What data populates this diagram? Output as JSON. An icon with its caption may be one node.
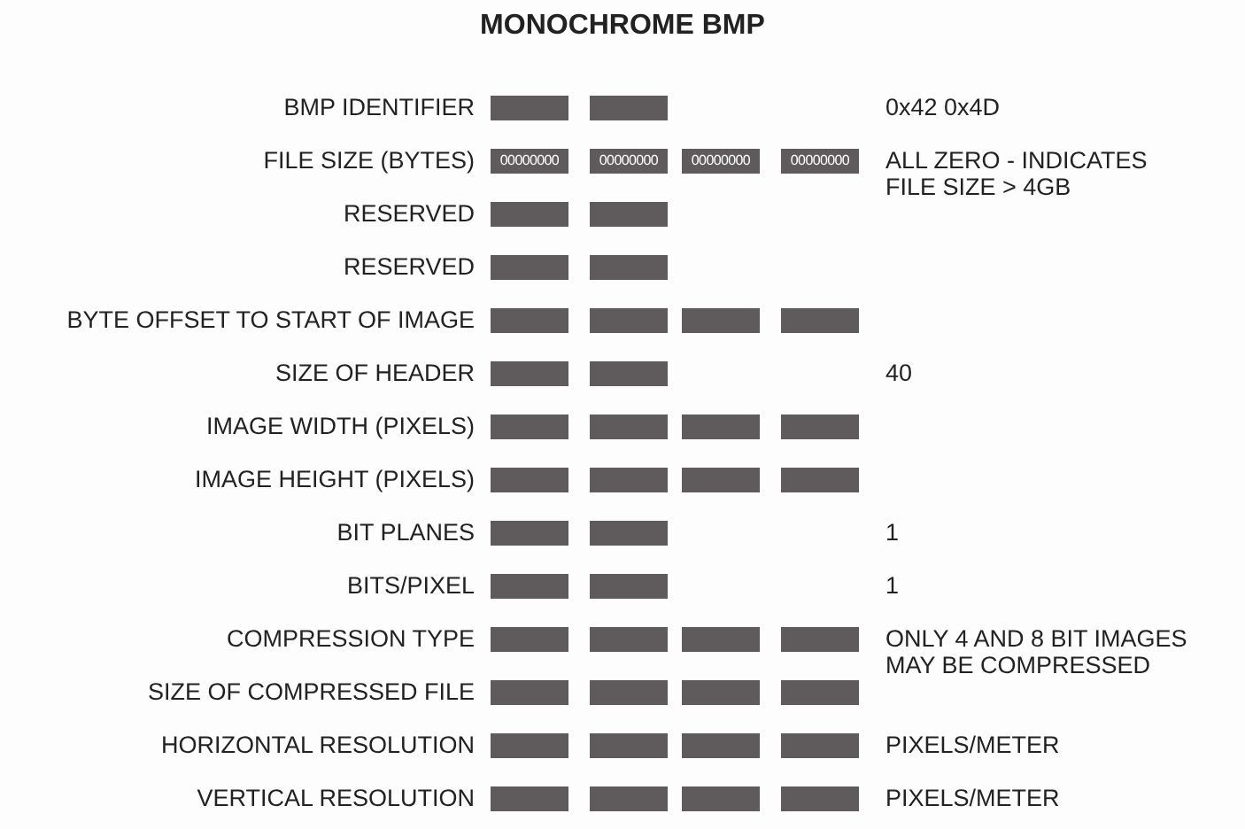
{
  "diagram": {
    "title": "MONOCHROME BMP",
    "nodes": [
      {
        "text": [],
        "shape": "bar"
      },
      {
        "text": [],
        "shape": "bar"
      },
      {
        "text": [
          "00000000"
        ]
      },
      {
        "text": [
          "00000000"
        ]
      },
      {
        "text": [
          "00000000"
        ]
      },
      {
        "text": [
          "00000000"
        ]
      },
      {
        "text": [],
        "shape": "bar"
      },
      {
        "text": [],
        "shape": "bar"
      },
      {
        "text": [],
        "shape": "bar"
      },
      {
        "text": [],
        "shape": "bar"
      },
      {
        "text": [],
        "shape": "bar"
      },
      {
        "text": [],
        "shape": "bar"
      },
      {
        "text": [],
        "shape": "bar"
      },
      {
        "text": [],
        "shape": "bar"
      },
      {
        "text": [],
        "shape": "bar"
      },
      {
        "text": [],
        "shape": "bar"
      },
      {
        "text": [],
        "shape": "bar"
      },
      {
        "text": [],
        "shape": "bar"
      },
      {
        "text": [],
        "shape": "bar"
      },
      {
        "text": [],
        "shape": "bar"
      },
      {
        "text": [],
        "shape": "bar"
      },
      {
        "text": [],
        "shape": "bar"
      },
      {
        "text": [],
        "shape": "bar"
      },
      {
        "text": [],
        "shape": "bar"
      },
      {
        "text": [],
        "shape": "bar"
      },
      {
        "text": [],
        "shape": "bar"
      },
      {
        "text": [],
        "shape": "bar"
      },
      {
        "text": [],
        "shape": "bar"
      },
      {
        "text": [],
        "shape": "bar"
      },
      {
        "text": [],
        "shape": "bar"
      },
      {
        "text": [],
        "shape": "bar"
      },
      {
        "text": [],
        "shape": "bar"
      },
      {
        "text": [],
        "shape": "bar"
      },
      {
        "text": [],
        "shape": "bar"
      },
      {
        "text": [],
        "shape": "bar"
      },
      {
        "text": [],
        "shape": "bar"
      },
      {
        "text": [],
        "shape": "bar"
      },
      {
        "text": [],
        "shape": "bar"
      },
      {
        "text": [],
        "shape": "bar"
      },
      {
        "text": [],
        "shape": "bar"
      },
      {
        "text": [],
        "shape": "bar"
      },
      {
        "text": [],
        "shape": "bar"
      },
      {
        "text": [],
        "shape": "bar"
      },
      {
        "text": [],
        "shape": "bar"
      }
    ],
    "labels": [
      "BMP IDENTIFIER",
      "0x42 0x4D",
      "FILE SIZE (BYTES)",
      "ALL ZERO - INDICATES FILE SIZE > 4GB",
      "RESERVED",
      "RESERVED",
      "BYTE OFFSET TO START OF IMAGE",
      "SIZE OF HEADER",
      "40",
      "IMAGE WIDTH (PIXELS)",
      "IMAGE HEIGHT (PIXELS)",
      "BIT PLANES",
      "1",
      "BITS/PIXEL",
      "1",
      "COMPRESSION TYPE",
      "ONLY 4 AND 8 BIT IMAGES MAY BE COMPRESSED",
      "SIZE OF COMPRESSED FILE",
      "HORIZONTAL RESOLUTION",
      "PIXELS/METER",
      "VERTICAL RESOLUTION",
      "PIXELS/METER"
    ]
  }
}
